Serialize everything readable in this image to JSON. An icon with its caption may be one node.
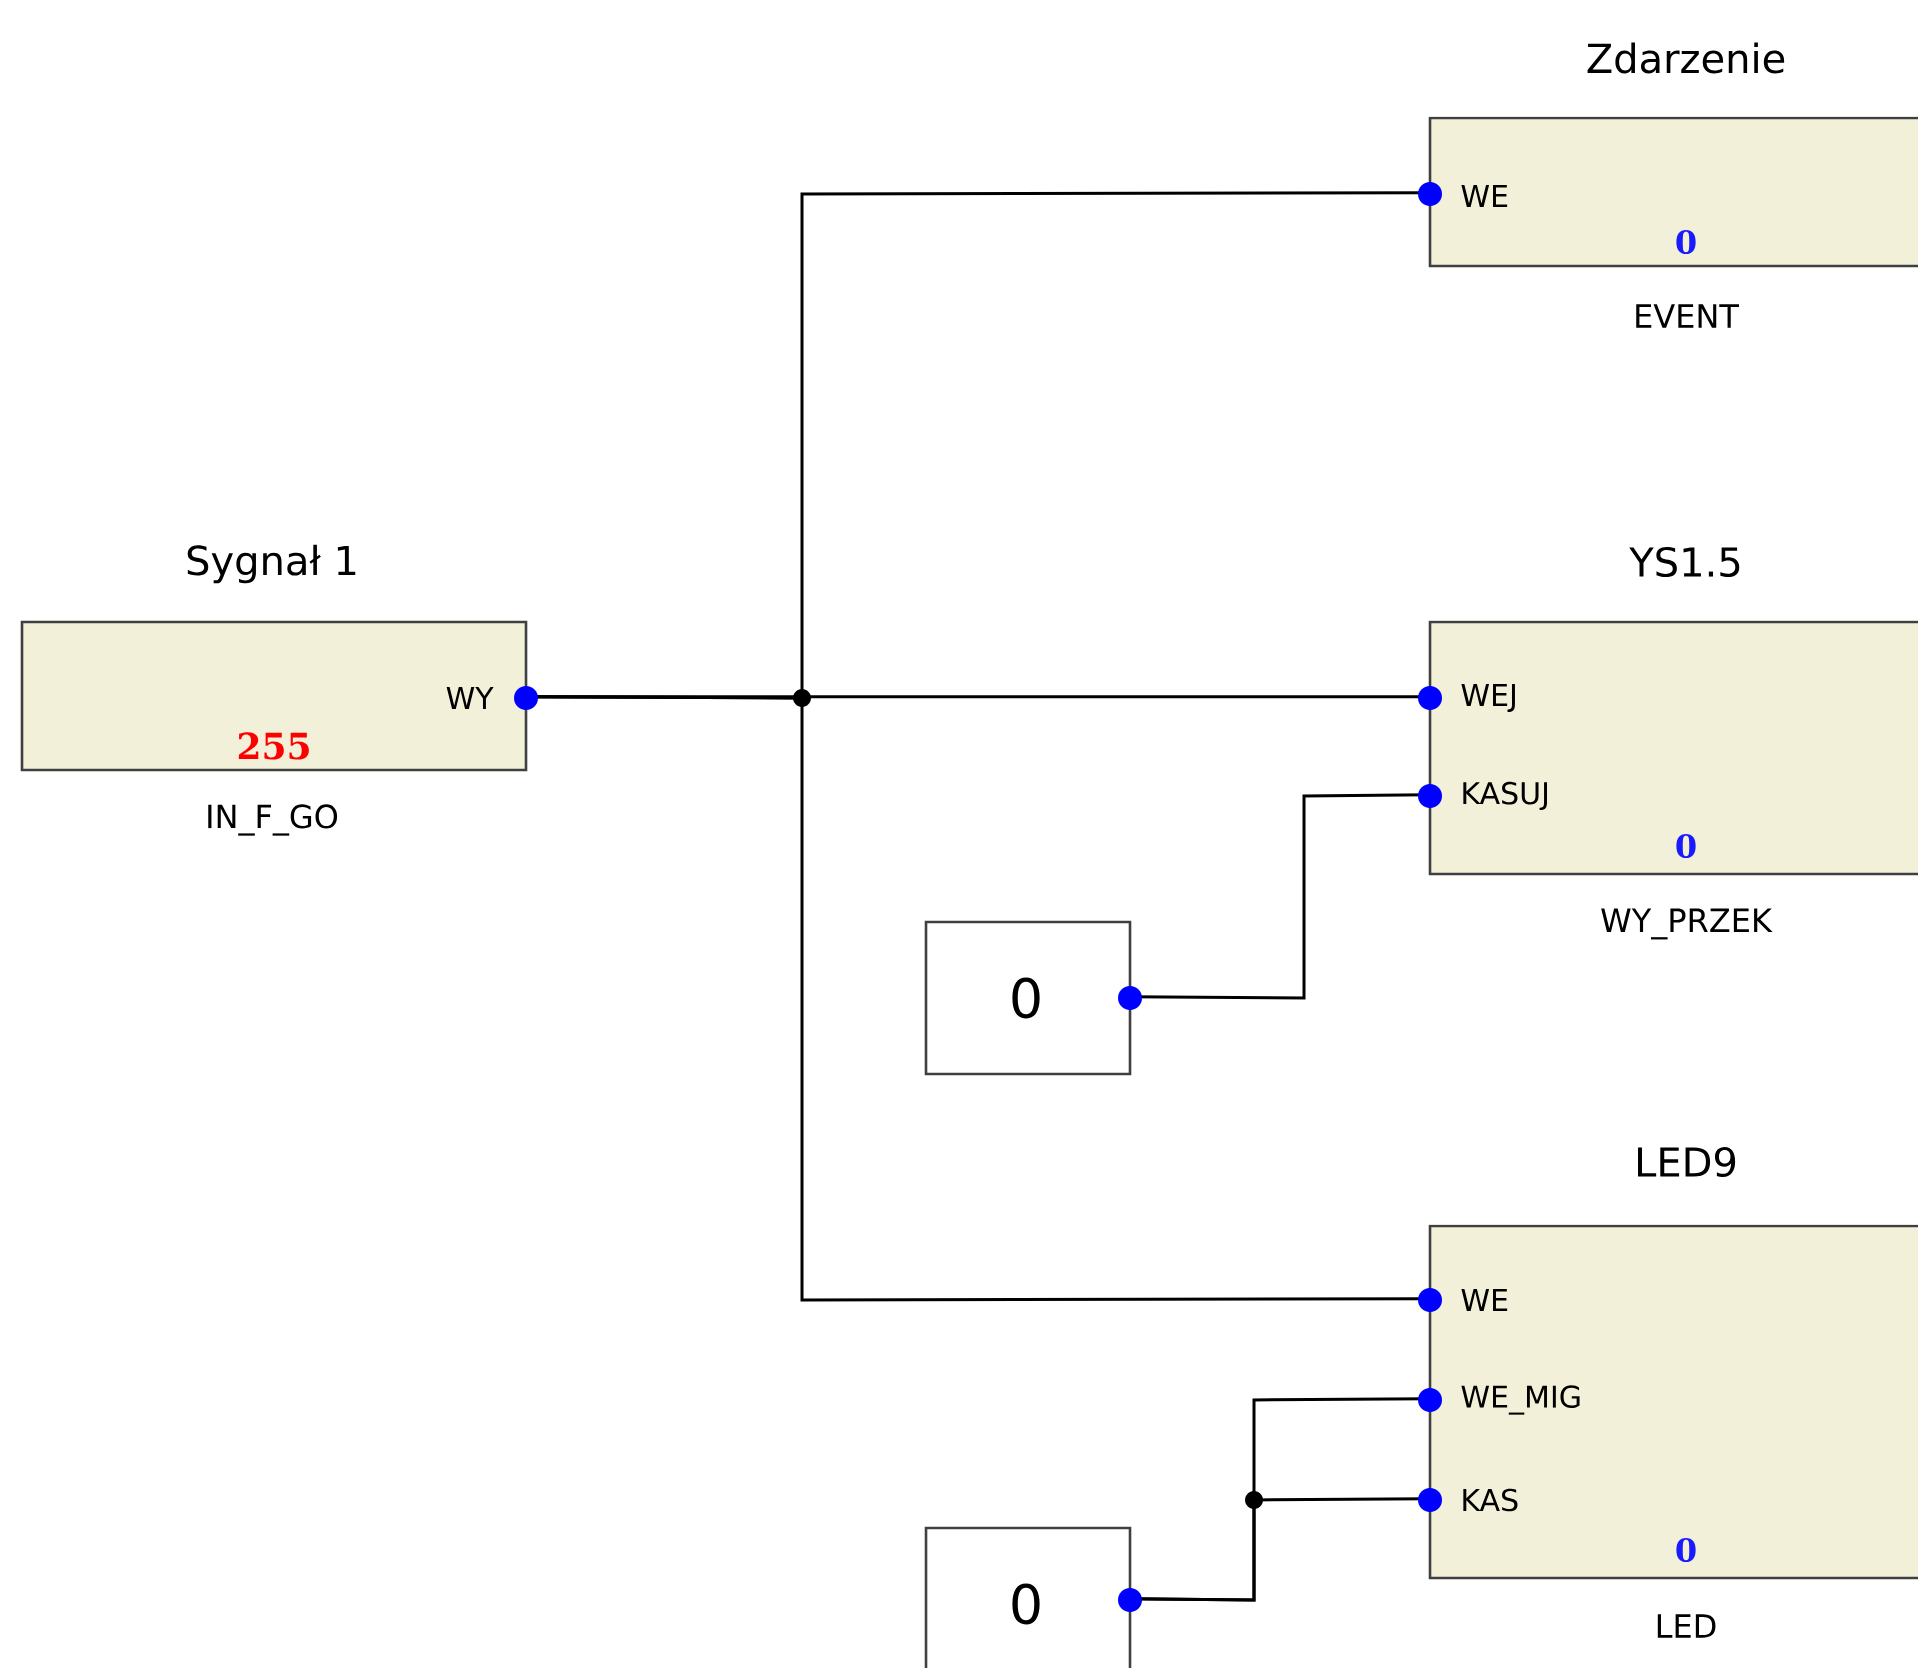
{
  "diagram": {
    "nodes": [
      {
        "text": [
          "Sygnał 1",
          "WY",
          "255"
        ],
        "beside": [
          "IN_F_GO"
        ]
      },
      {
        "text": [
          "Zdarzenie",
          "WE",
          "0"
        ],
        "beside": [
          "EVENT"
        ]
      },
      {
        "text": [
          "YS1.5",
          "WEJ",
          "KASUJ",
          "0"
        ],
        "beside": [
          "WY_PRZEK"
        ]
      },
      {
        "text": [
          "0"
        ]
      },
      {
        "text": [
          "LED9",
          "WE",
          "WE_MIG",
          "KAS",
          "0"
        ],
        "beside": [
          "LED"
        ]
      },
      {
        "text": [
          "0"
        ]
      }
    ],
    "edges": [
      {
        "from": 0,
        "to": 1,
        "arrow": "none"
      },
      {
        "from": 0,
        "to": 2,
        "arrow": "none"
      },
      {
        "from": 0,
        "to": 4,
        "arrow": "none"
      },
      {
        "from": 3,
        "to": 2,
        "arrow": "none"
      },
      {
        "from": 5,
        "to": 4,
        "arrow": "none"
      },
      {
        "from": 5,
        "to": 4,
        "arrow": "none"
      }
    ]
  }
}
